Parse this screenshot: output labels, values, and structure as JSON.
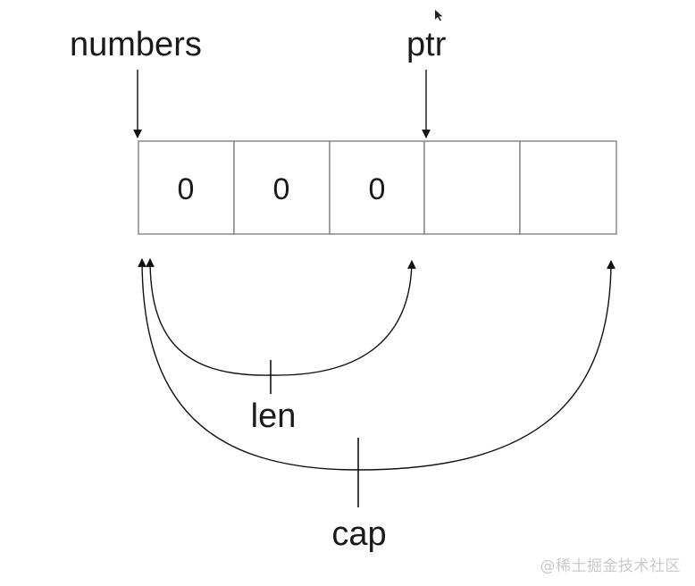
{
  "labels": {
    "numbers": "numbers",
    "ptr": "ptr",
    "len": "len",
    "cap": "cap"
  },
  "cells": [
    "0",
    "0",
    "0",
    "",
    ""
  ],
  "watermark": "@稀土掘金技术社区",
  "icons": {
    "cursor": "cursor-arrow-icon"
  },
  "colors": {
    "stroke": "#111111",
    "cell_border": "#8a8a8a",
    "watermark": "#c9c9c9"
  }
}
